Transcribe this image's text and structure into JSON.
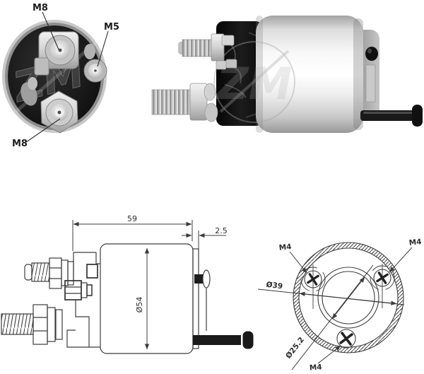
{
  "watermark": {
    "brand": "ZM"
  },
  "front_view_photo": {
    "label_top": "M8",
    "label_right": "M5",
    "label_bottom": "M8"
  },
  "side_view_drawing": {
    "dim_length": "59",
    "dim_rear": "2.5",
    "dim_diameter": "Ø54"
  },
  "rear_view_drawing": {
    "label_screw_top_left": "M4",
    "label_screw_top_right": "M4",
    "label_screw_bottom": "M4",
    "dim_bolt_circle": "Ø39",
    "dim_center_bore": "Ø25.2"
  },
  "colors": {
    "background": "#ffffff",
    "line_art": "#3c3c3c",
    "metal_light": "#d8d8d8",
    "solenoid_black": "#141414",
    "label_text": "#1d1d1d"
  }
}
